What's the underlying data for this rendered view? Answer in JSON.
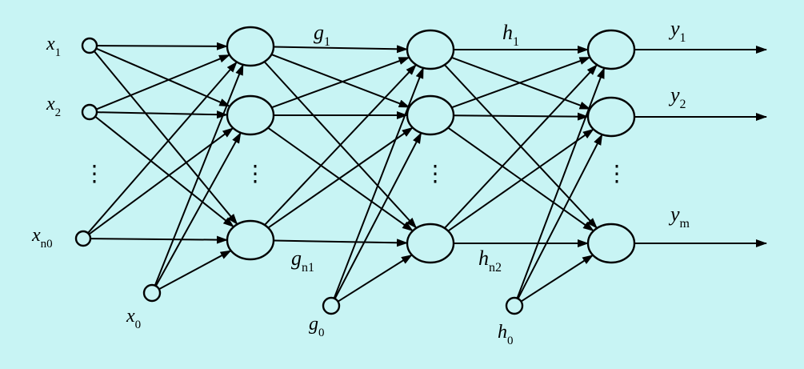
{
  "diagram": {
    "input_labels": [
      {
        "base": "x",
        "sub": "1"
      },
      {
        "base": "x",
        "sub": "2"
      },
      {
        "base": "x",
        "sub": "n0"
      }
    ],
    "bias_labels": [
      {
        "base": "x",
        "sub": "0"
      },
      {
        "base": "g",
        "sub": "0"
      },
      {
        "base": "h",
        "sub": "0"
      }
    ],
    "layer1_labels": [
      {
        "base": "g",
        "sub": "1"
      },
      {
        "base": "g",
        "sub": "n1"
      }
    ],
    "layer2_labels": [
      {
        "base": "h",
        "sub": "1"
      },
      {
        "base": "h",
        "sub": "n2"
      }
    ],
    "output_labels": [
      {
        "base": "y",
        "sub": "1"
      },
      {
        "base": "y",
        "sub": "2"
      },
      {
        "base": "y",
        "sub": "m"
      }
    ],
    "ellipsis": "⋮"
  }
}
